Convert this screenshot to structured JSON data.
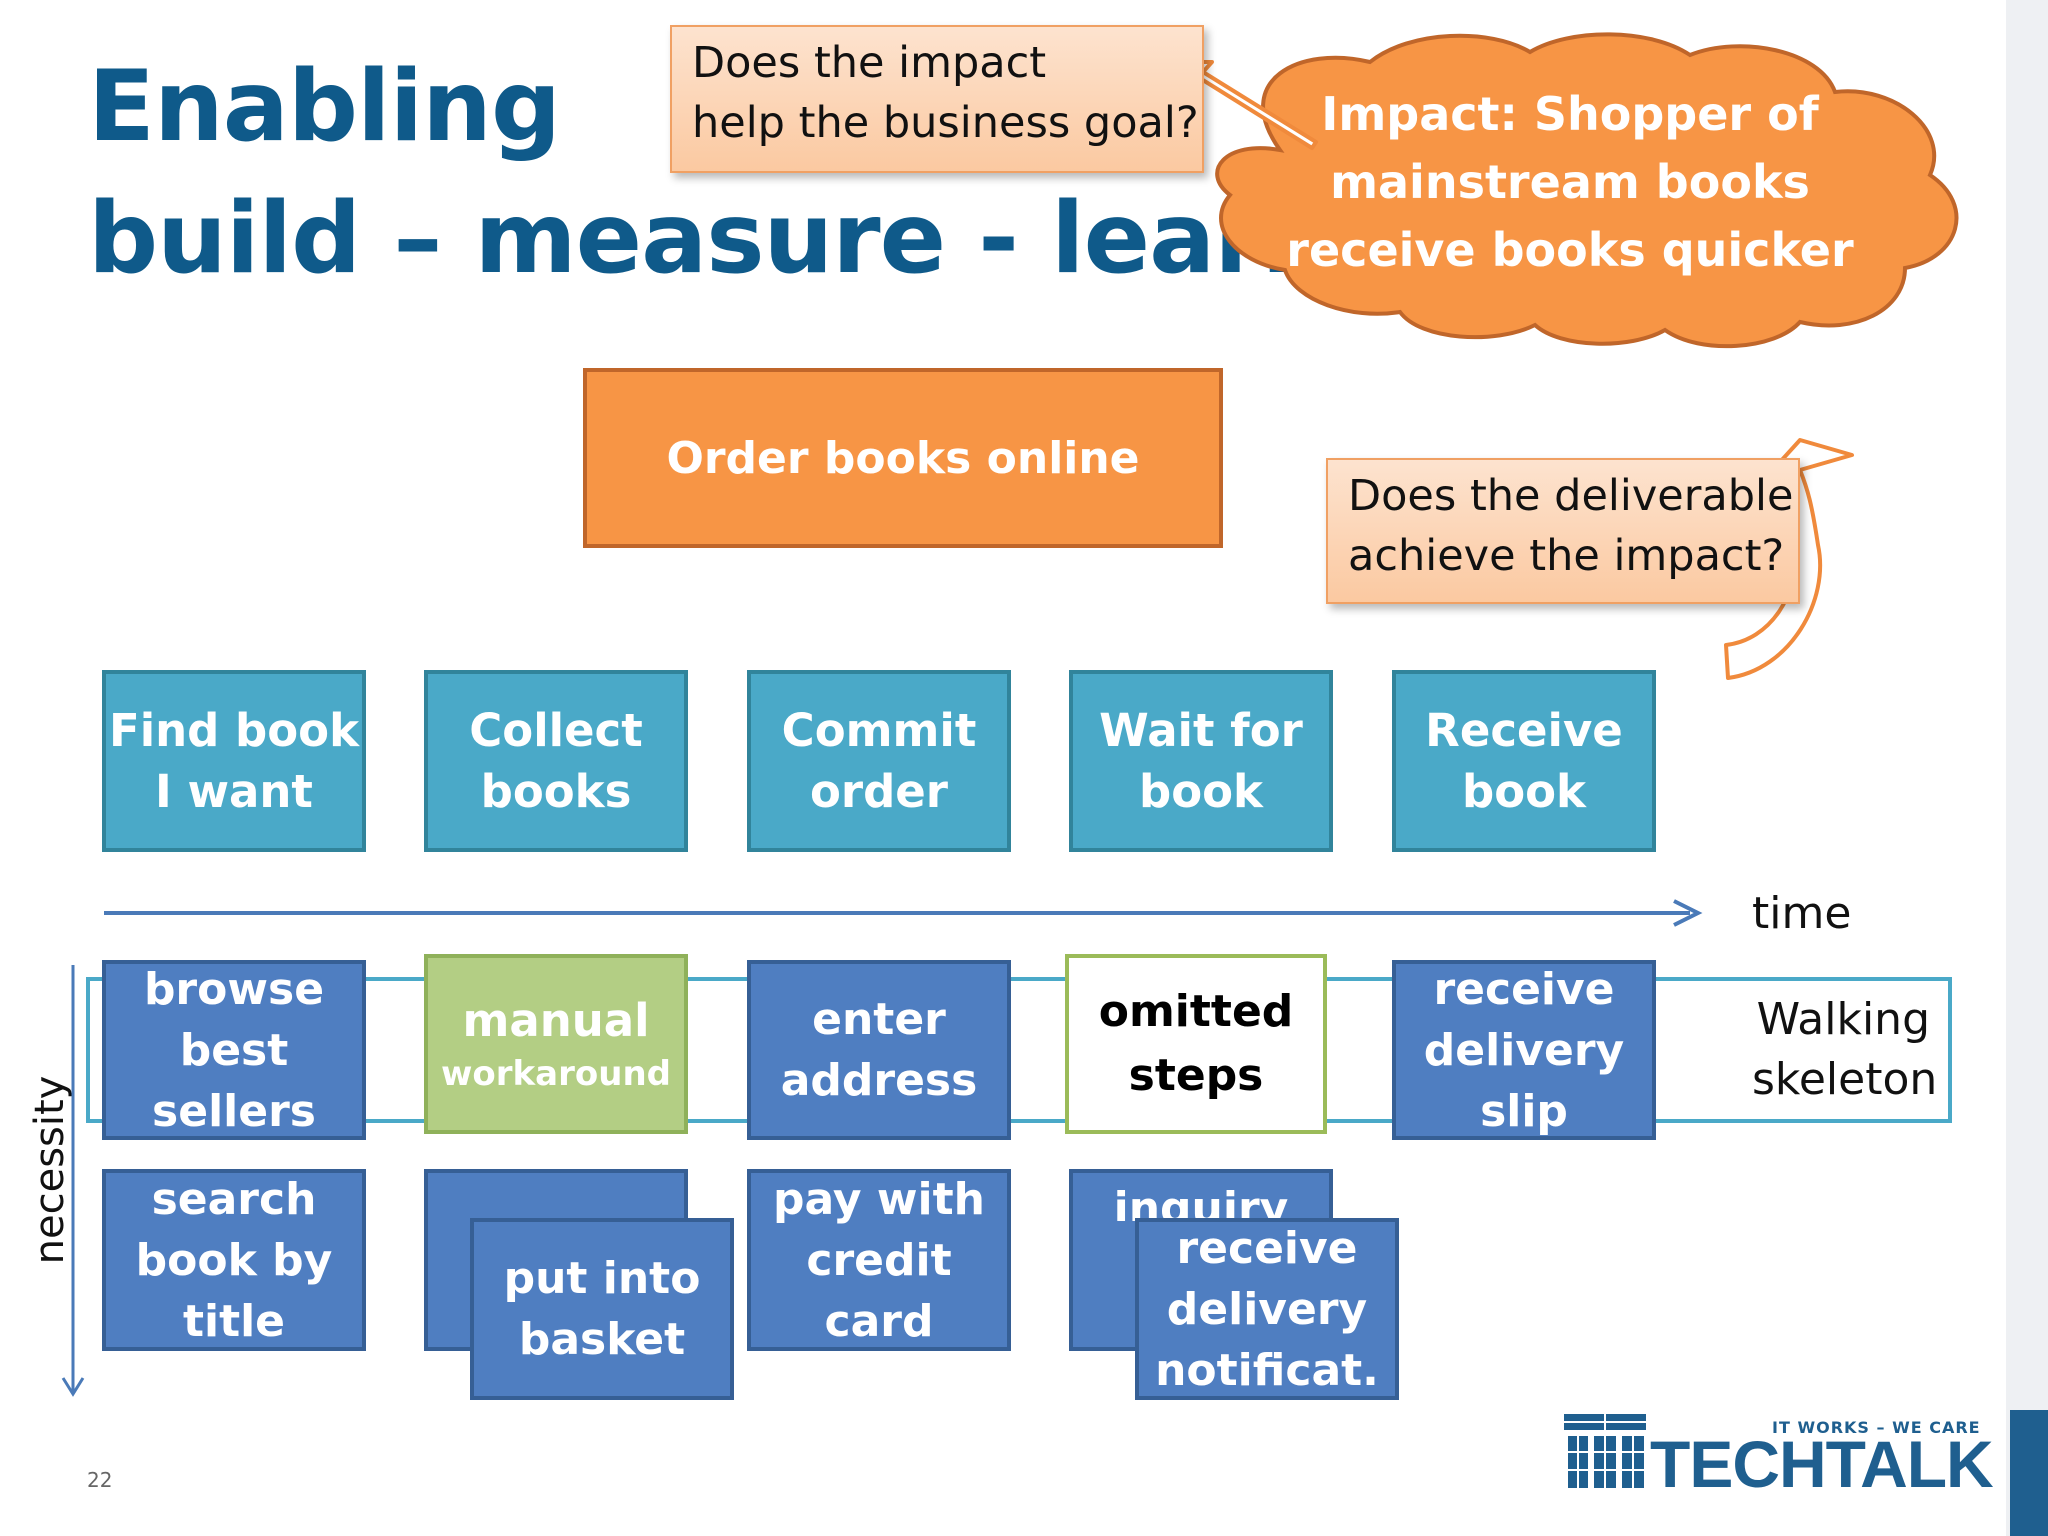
{
  "title": {
    "line1": "Enabling",
    "line2": "build – measure - learn"
  },
  "callout_business": {
    "line1": "Does the impact",
    "line2": "help the business goal?"
  },
  "impact_cloud": {
    "line1": "Impact: Shopper of",
    "line2": "mainstream books",
    "line3": "receive books quicker"
  },
  "goal": {
    "label": "Order books online"
  },
  "callout_deliverable": {
    "line1": "Does the deliverable",
    "line2": "achieve the impact?"
  },
  "activities": [
    {
      "line1": "Find book",
      "line2": "I want"
    },
    {
      "line1": "Collect",
      "line2": "books"
    },
    {
      "line1": "Commit",
      "line2": "order"
    },
    {
      "line1": "Wait for",
      "line2": "book"
    },
    {
      "line1": "Receive",
      "line2": "book"
    }
  ],
  "time_label": "time",
  "necessity_label": "necessity",
  "walking_skeleton": {
    "line1": "Walking",
    "line2": "skeleton"
  },
  "tasks_row1": {
    "browse": {
      "line1": "browse",
      "line2": "best",
      "line3": "sellers"
    },
    "manual": {
      "line1": "manual",
      "line2": "workaround"
    },
    "enter": {
      "line1": "enter",
      "line2": "address"
    },
    "omitted": {
      "line1": "omitted",
      "line2": "steps"
    },
    "receive_slip": {
      "line1": "receive",
      "line2": "delivery",
      "line3": "slip"
    }
  },
  "tasks_row2": {
    "search": {
      "line1": "search",
      "line2": "book by",
      "line3": "title"
    },
    "basket": {
      "line1": "put into",
      "line2": "basket"
    },
    "pay": {
      "line1": "pay with",
      "line2": "credit",
      "line3": "card"
    },
    "inquiry": {
      "line1": "inquiry"
    },
    "notification": {
      "line1": "receive",
      "line2": "delivery",
      "line3": "notificat."
    }
  },
  "page_number": "22",
  "logo": {
    "tagline": "IT WORKS – WE CARE",
    "word": "TECHTALK"
  },
  "colors": {
    "title_blue": "#0f5a8a",
    "orange": "#f79545",
    "activity_teal": "#4aa9c8",
    "task_blue": "#4f7ec1",
    "manual_green": "#b3ce84",
    "arrow_blue": "#4a7ab8"
  }
}
